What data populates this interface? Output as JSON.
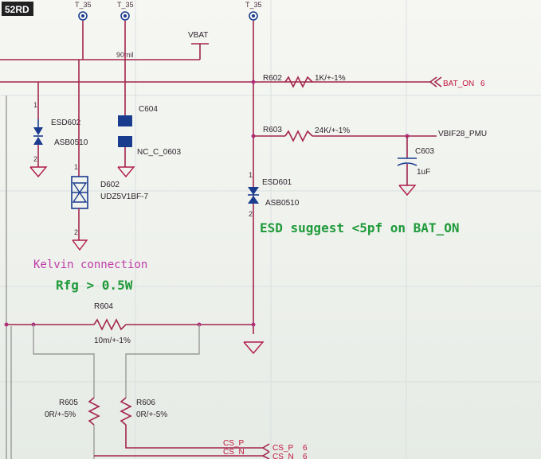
{
  "watermark": "52RD",
  "nets": {
    "vbat": "VBAT",
    "bus_width": "90mil",
    "bat_on": "BAT_ON",
    "bat_on_page": "6",
    "vbif": "VBIF28_PMU",
    "cs_p": "CS_P",
    "cs_n": "CS_N",
    "cs_p_out": "CS_P",
    "cs_n_out": "CS_N",
    "cs_page_p": "6",
    "cs_page_n": "6",
    "tp_top": [
      "T_35",
      "T_35",
      "T_35"
    ]
  },
  "components": {
    "r602": {
      "ref": "R602",
      "value": "1K/+-1%"
    },
    "r603": {
      "ref": "R603",
      "value": "24K/+-1%"
    },
    "c603": {
      "ref": "C603",
      "value": "1uF"
    },
    "c604": {
      "ref": "C604",
      "value": "NC_C_0603"
    },
    "esd602": {
      "ref": "ESD602",
      "value": "ASB0510"
    },
    "esd601": {
      "ref": "ESD601",
      "value": "ASB0510"
    },
    "d602": {
      "ref": "D602",
      "value": "UDZ5V1BF-7"
    },
    "r604": {
      "ref": "R604",
      "value": "10m/+-1%"
    },
    "r605": {
      "ref": "R605",
      "value": "0R/+-5%"
    },
    "r606": {
      "ref": "R606",
      "value": "0R/+-5%"
    }
  },
  "notes": {
    "esd": "ESD suggest <5pf on BAT_ON",
    "kelvin": "Kelvin connection",
    "rfg": "Rfg > 0.5W"
  },
  "pin_numbers": {
    "one": "1",
    "two": "2"
  },
  "colors": {
    "wire": "#a3254f",
    "component": "#1a3c8f",
    "note_green": "#1f9a3a",
    "note_pink": "#c03aa8",
    "net_label": "#c0143c"
  }
}
